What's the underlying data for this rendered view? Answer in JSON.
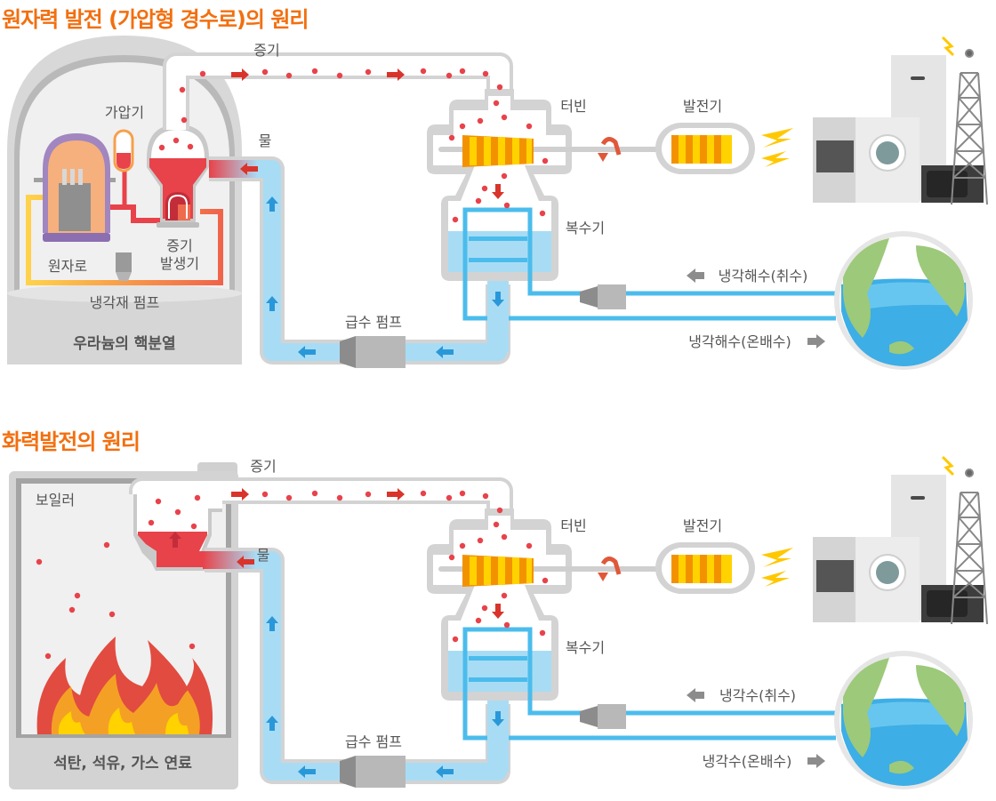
{
  "colors": {
    "title": "#f26f0f",
    "steam_dot": "#e8424a",
    "water": "#a8dcf5",
    "cool_pipe": "#4bbcec",
    "pipe_frame": "#d3d3d3",
    "flow_arrow_steam": "#d9342b",
    "flow_arrow_water": "#2a98d8",
    "turbine_orange": "#f39200",
    "turbine_yellow": "#ffd200"
  },
  "nuclear": {
    "title": "원자력 발전 (가압형 경수로)의 원리",
    "labels": {
      "steam": "증기",
      "water": "물",
      "pressurizer": "가압기",
      "reactor": "원자로",
      "steam_generator_line1": "증기",
      "steam_generator_line2": "발생기",
      "coolant_pump": "냉각재 펌프",
      "heat_source": "우라늄의 핵분열",
      "turbine": "터빈",
      "generator": "발전기",
      "condenser": "복수기",
      "feed_pump": "급수 펌프",
      "cooling_in": "냉각해수(취수)",
      "cooling_out": "냉각해수(온배수)"
    },
    "icons": [
      "containment-dome-icon",
      "reactor-icon",
      "pressurizer-icon",
      "steam-generator-icon",
      "turbine-icon",
      "generator-icon",
      "condenser-icon",
      "feed-pump-icon",
      "cooling-pump-icon",
      "appliances-icon",
      "transmission-tower-icon",
      "earth-globe-icon",
      "lightning-icon"
    ]
  },
  "thermal": {
    "title": "화력발전의 원리",
    "labels": {
      "steam": "증기",
      "water": "물",
      "boiler": "보일러",
      "heat_source": "석탄, 석유, 가스 연료",
      "turbine": "터빈",
      "generator": "발전기",
      "condenser": "복수기",
      "feed_pump": "급수 펌프",
      "cooling_in": "냉각수(취수)",
      "cooling_out": "냉각수(온배수)"
    },
    "icons": [
      "boiler-icon",
      "fire-icon",
      "turbine-icon",
      "generator-icon",
      "condenser-icon",
      "feed-pump-icon",
      "cooling-pump-icon",
      "appliances-icon",
      "transmission-tower-icon",
      "earth-globe-icon",
      "lightning-icon"
    ]
  }
}
